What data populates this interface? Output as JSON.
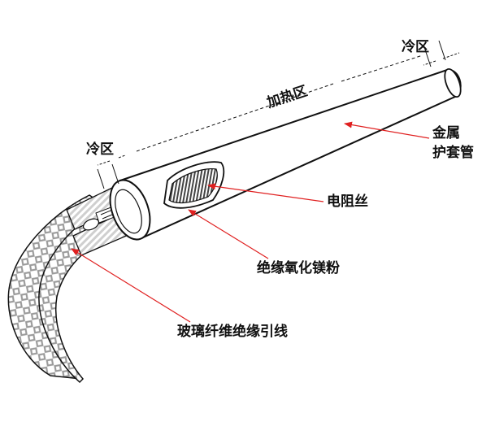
{
  "labels": {
    "cold_zone_right": "冷区",
    "heating_zone": "加热区",
    "cold_zone_left": "冷区",
    "sheath_line1": "金属",
    "sheath_line2": "护套管",
    "resistance_wire": "电阻丝",
    "mgo_powder": "绝缘氧化镁粉",
    "lead_wire": "玻璃纤维绝缘引线"
  },
  "colors": {
    "outline": "#111111",
    "leader": "#e02020",
    "braid": "#999999",
    "coil": "#bbbbbb"
  }
}
